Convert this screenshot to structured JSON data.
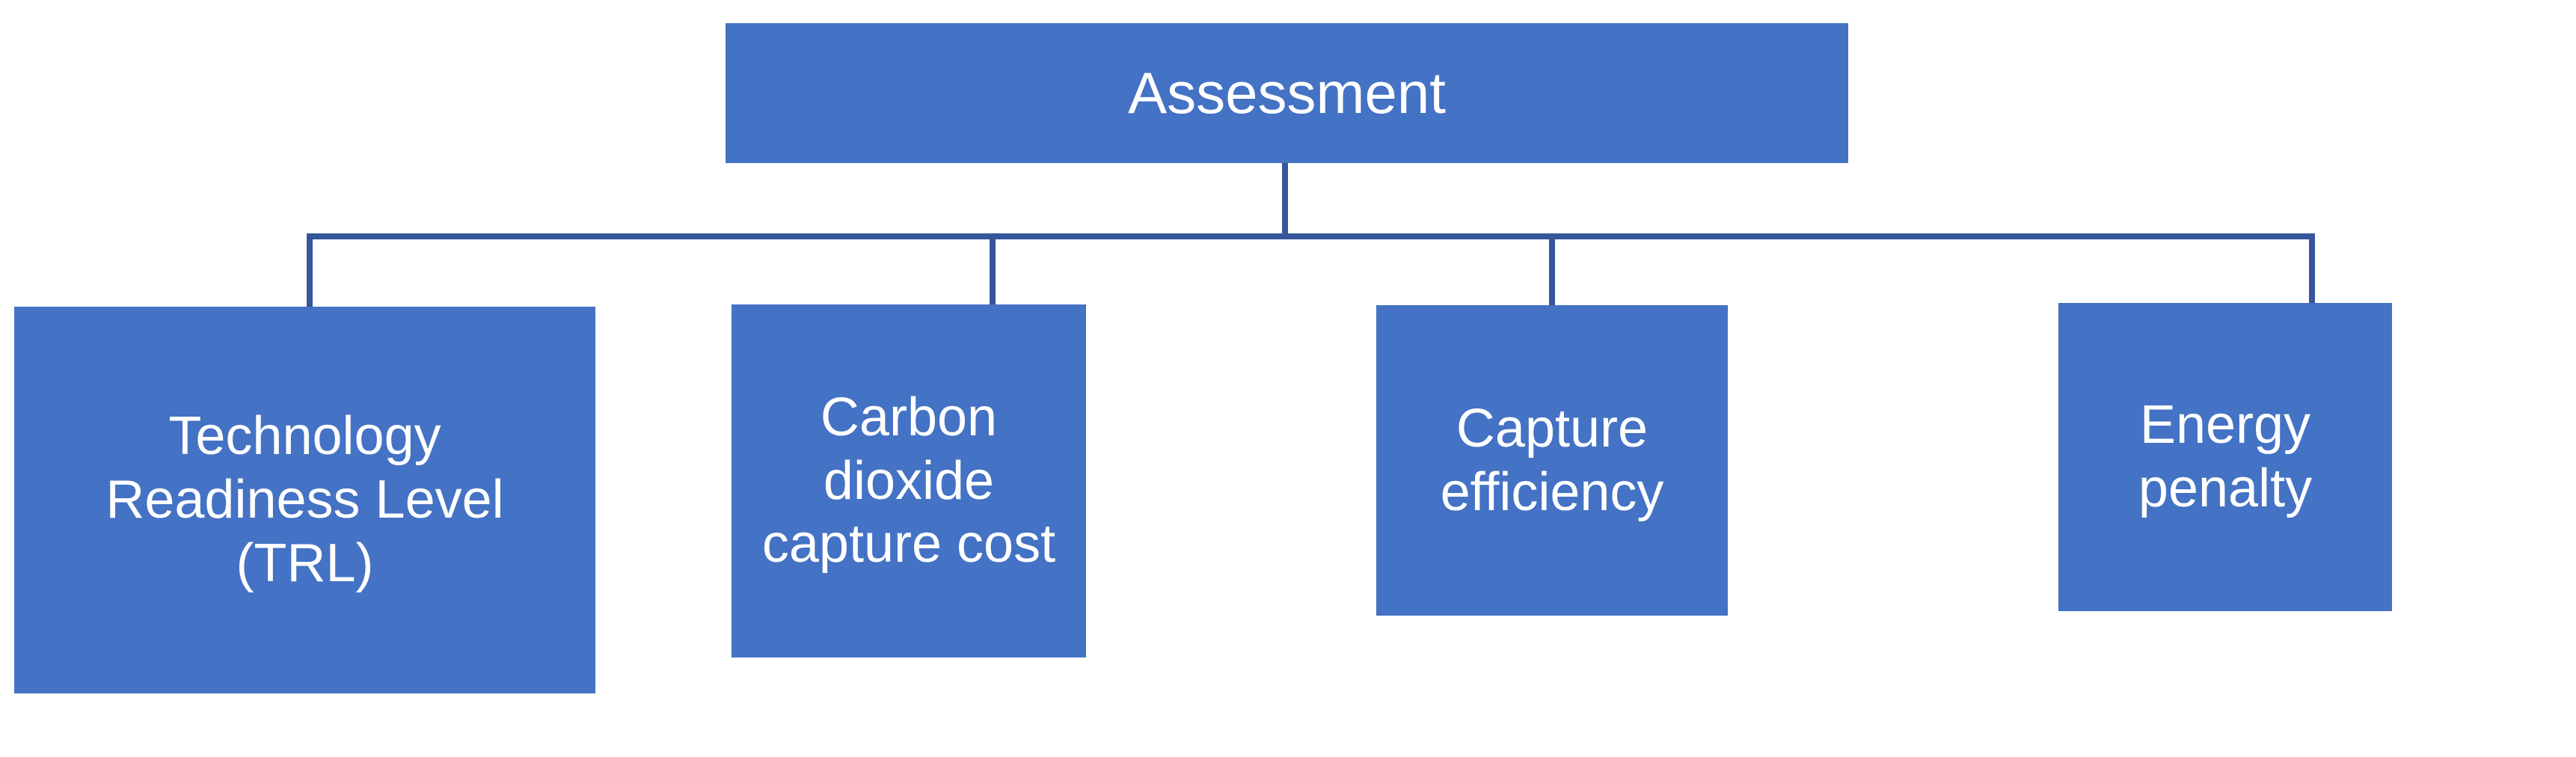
{
  "diagram": {
    "type": "hierarchy-tree",
    "title": "Assessment",
    "background_color": "#FFFFFF",
    "node_fill_color": "#4472C4",
    "node_text_color": "#FFFFFF",
    "connector_color": "#35569B",
    "root": {
      "id": "root",
      "label": "Assessment"
    },
    "children": [
      {
        "id": "trl",
        "label": "Technology\nReadiness Level\n(TRL)"
      },
      {
        "id": "cost",
        "label": "Carbon dioxide\ncapture cost"
      },
      {
        "id": "efficiency",
        "label": "Capture efficiency"
      },
      {
        "id": "penalty",
        "label": "Energy penalty"
      }
    ]
  }
}
